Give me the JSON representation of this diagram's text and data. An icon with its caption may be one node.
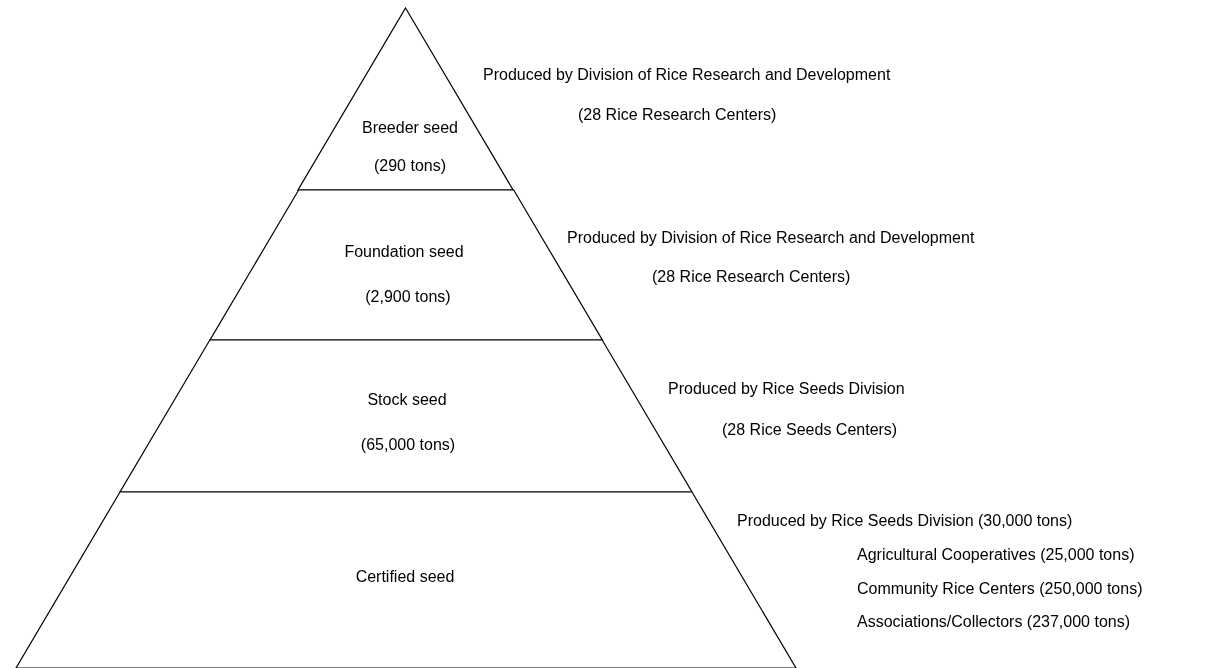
{
  "diagram": {
    "nodes": [
      {
        "text": [
          "Breeder seed",
          "(290 tons)"
        ],
        "beside": [
          "Produced by Division of Rice Research and Development",
          "(28 Rice Research Centers)"
        ]
      },
      {
        "text": [
          "Foundation seed",
          "(2,900 tons)"
        ],
        "beside": [
          "Produced by Division of Rice Research and Development",
          "(28 Rice Research Centers)"
        ]
      },
      {
        "text": [
          "Stock seed",
          "(65,000 tons)"
        ],
        "beside": [
          "Produced by Rice Seeds Division",
          "(28 Rice Seeds Centers)"
        ]
      },
      {
        "text": [
          "Certified seed"
        ],
        "beside": [
          "Produced by Rice Seeds Division (30,000 tons)",
          "Agricultural Cooperatives (25,000 tons)",
          "Community Rice Centers (250,000 tons)",
          "Associations/Collectors (237,000 tons)"
        ]
      }
    ]
  }
}
